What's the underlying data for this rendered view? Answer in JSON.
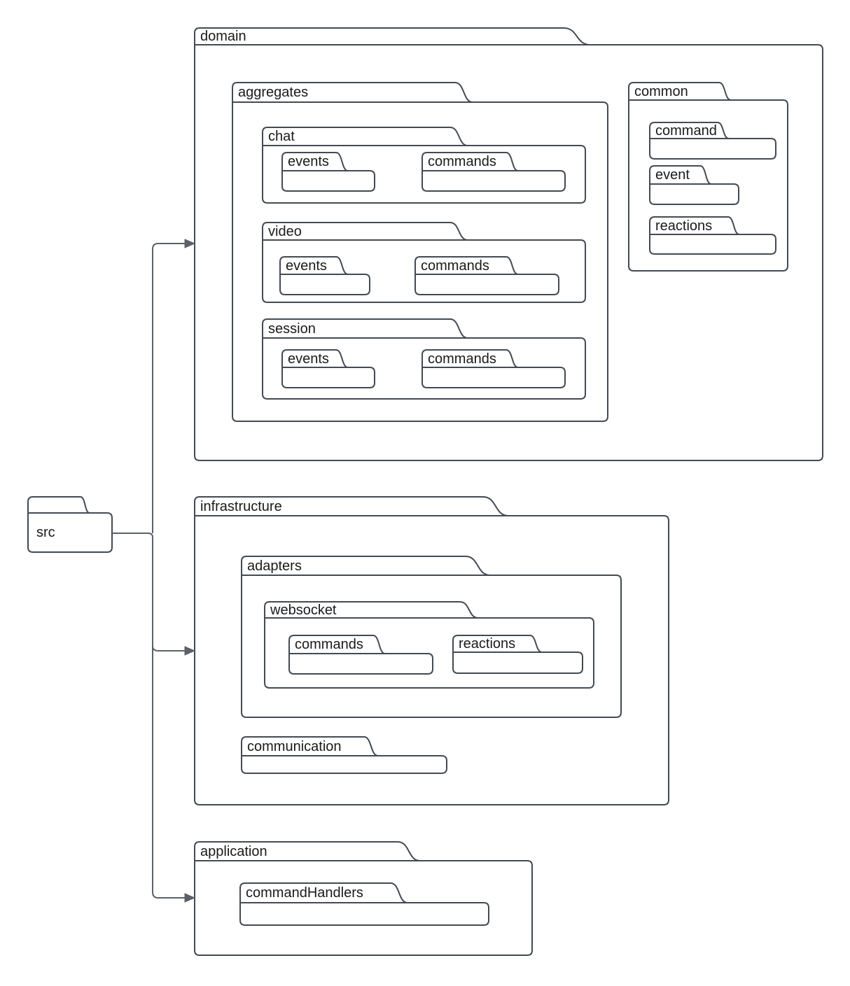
{
  "colors": {
    "background": "#ffffff",
    "shape_stroke": "#434a54",
    "connector_stroke": "#5b6168",
    "text": "#1a1a1a"
  },
  "nodes": {
    "src": "src",
    "domain": "domain",
    "aggregates": "aggregates",
    "chat": "chat",
    "chat_events": "events",
    "chat_commands": "commands",
    "video": "video",
    "video_events": "events",
    "video_commands": "commands",
    "session": "session",
    "session_events": "events",
    "session_commands": "commands",
    "common": "common",
    "common_command": "command",
    "common_event": "event",
    "common_reactions": "reactions",
    "infrastructure": "infrastructure",
    "adapters": "adapters",
    "websocket": "websocket",
    "ws_commands": "commands",
    "ws_reactions": "reactions",
    "communication": "communication",
    "application": "application",
    "command_handlers": "commandHandlers"
  },
  "structure": {
    "src": {
      "domain": {
        "aggregates": {
          "chat": [
            "events",
            "commands"
          ],
          "video": [
            "events",
            "commands"
          ],
          "session": [
            "events",
            "commands"
          ]
        },
        "common": [
          "command",
          "event",
          "reactions"
        ]
      },
      "infrastructure": {
        "adapters": {
          "websocket": [
            "commands",
            "reactions"
          ]
        },
        "communication": []
      },
      "application": [
        "commandHandlers"
      ]
    }
  },
  "edges": [
    {
      "from": "src",
      "to": "domain",
      "arrow": "filled-triangle"
    },
    {
      "from": "src",
      "to": "infrastructure",
      "arrow": "filled-triangle"
    },
    {
      "from": "src",
      "to": "application",
      "arrow": "filled-triangle"
    }
  ]
}
